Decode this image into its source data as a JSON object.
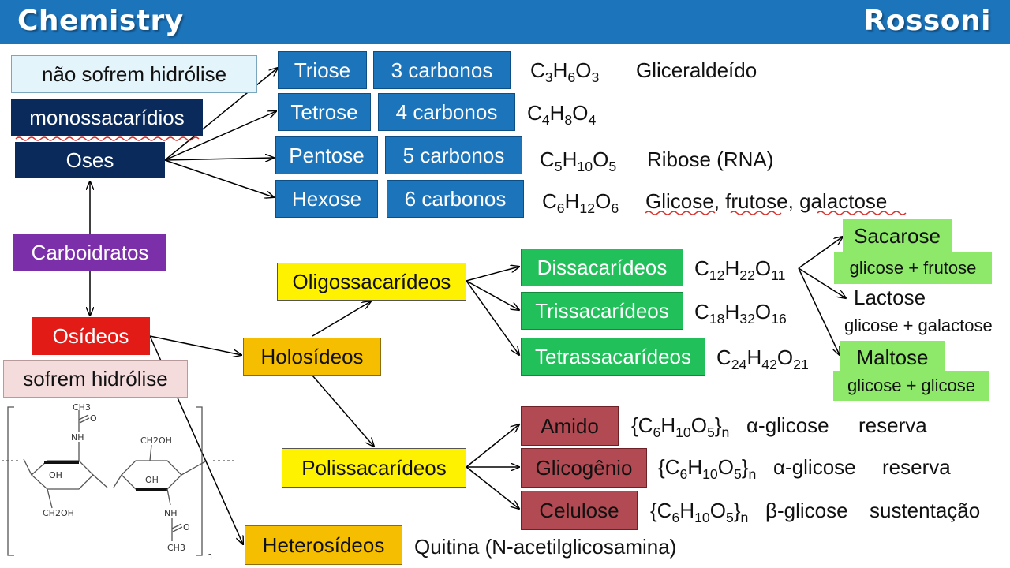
{
  "header": {
    "title": "Chemistry",
    "author": "Rossoni"
  },
  "left": {
    "nao_hidrolise": "não sofrem hidrólise",
    "monossacaridios": "monossacarídios",
    "oses": "Oses",
    "carboidratos": "Carboidratos",
    "osideos": "Osídeos",
    "sofrem_hidrolise": "sofrem hidrólise"
  },
  "monosaccharides": [
    {
      "name": "Triose",
      "carbons": "3 carbonos",
      "formula": [
        "C",
        "3",
        "H",
        "6",
        "O",
        "3"
      ],
      "example": "Gliceraldeído"
    },
    {
      "name": "Tetrose",
      "carbons": "4 carbonos",
      "formula": [
        "C",
        "4",
        "H",
        "8",
        "O",
        "4"
      ],
      "example": ""
    },
    {
      "name": "Pentose",
      "carbons": "5 carbonos",
      "formula": [
        "C",
        "5",
        "H",
        "10",
        "O",
        "5"
      ],
      "example": "Ribose (RNA)"
    },
    {
      "name": "Hexose",
      "carbons": "6 carbonos",
      "formula": [
        "C",
        "6",
        "H",
        "12",
        "O",
        "6"
      ],
      "example": "Glicose, frutose, galactose"
    }
  ],
  "holosideos": "Holosídeos",
  "oligossacarideos": "Oligossacarídeos",
  "polissacarideos": "Polissacarídeos",
  "heterosideos": "Heterosídeos",
  "quitina": "Quitina (N-acetilglicosamina)",
  "oligo": [
    {
      "name": "Dissacarídeos",
      "formula": [
        "C",
        "12",
        "H",
        "22",
        "O",
        "11"
      ]
    },
    {
      "name": "Trissacarídeos",
      "formula": [
        "C",
        "18",
        "H",
        "32",
        "O",
        "16"
      ]
    },
    {
      "name": "Tetrassacarídeos",
      "formula": [
        "C",
        "24",
        "H",
        "42",
        "O",
        "21"
      ]
    }
  ],
  "disaccharides": [
    {
      "name": "Sacarose",
      "composition": "glicose + frutose"
    },
    {
      "name": "Lactose",
      "composition": "glicose + galactose"
    },
    {
      "name": "Maltose",
      "composition": "glicose + glicose"
    }
  ],
  "poly": [
    {
      "name": "Amido",
      "formula_base": "C6H10O5",
      "subunit": "α-glicose",
      "role": "reserva"
    },
    {
      "name": "Glicogênio",
      "formula_base": "C6H10O5",
      "subunit": "α-glicose",
      "role": "reserva"
    },
    {
      "name": "Celulose",
      "formula_base": "C6H10O5",
      "subunit": "β-glicose",
      "role": "sustentação"
    }
  ],
  "molecule": {
    "ch3_top": "CH3",
    "o_top": "O",
    "nh_top": "NH",
    "ch2oh_top": "CH2OH",
    "oh_1": "OH",
    "oh_2": "OH",
    "ch2oh_bottom": "CH2OH",
    "nh_bottom": "NH",
    "o_bottom": "O",
    "ch3_bottom": "CH3",
    "n": "n"
  },
  "colors": {
    "header": "#1c74bb",
    "navy": "#0a2a5c",
    "purple": "#7b2fa8",
    "red": "#e31b17",
    "blue": "#1c74bb",
    "yellow": "#fff200",
    "orange": "#f5be00",
    "green": "#22c05a",
    "lightgreen": "#8ee86a",
    "darkred": "#b14a52"
  }
}
